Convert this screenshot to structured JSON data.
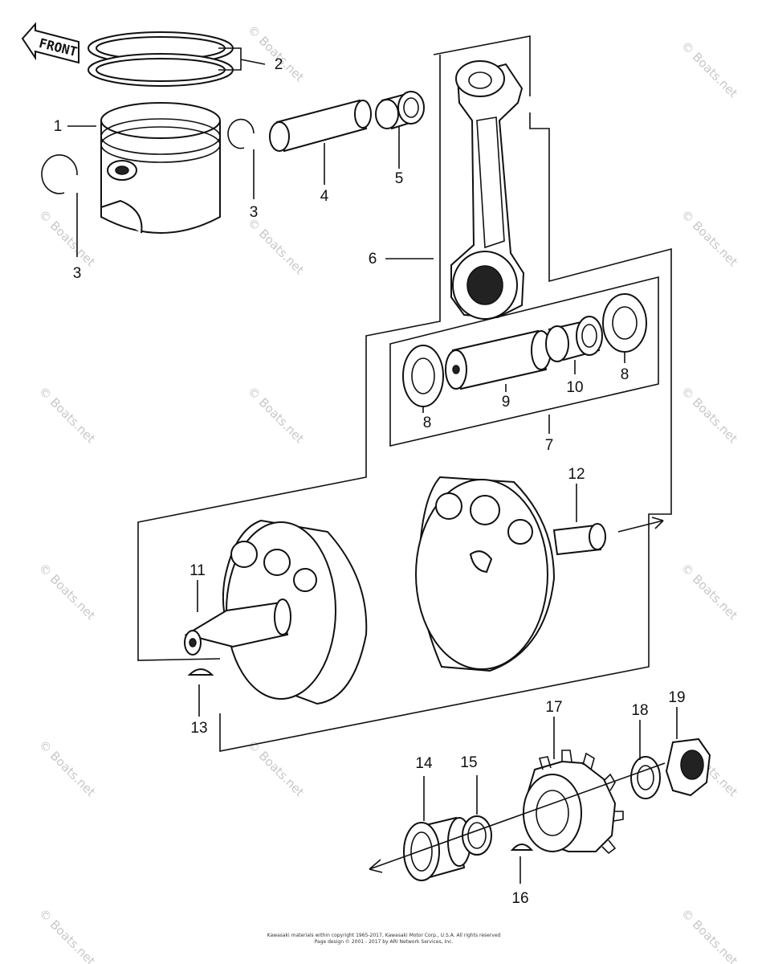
{
  "front_label": "FRONT",
  "callouts": [
    "1",
    "2",
    "3",
    "3",
    "4",
    "5",
    "6",
    "7",
    "8",
    "8",
    "9",
    "10",
    "11",
    "12",
    "13",
    "14",
    "15",
    "16",
    "17",
    "18",
    "19"
  ],
  "watermark": "© Boats.net",
  "footer": {
    "line1": "Kawasaki materials within copyright 1965-2017, Kawasaki Motor Corp., U.S.A. All rights reserved",
    "line2": "Page design © 2001 - 2017 by ARI Network Services, Inc."
  }
}
